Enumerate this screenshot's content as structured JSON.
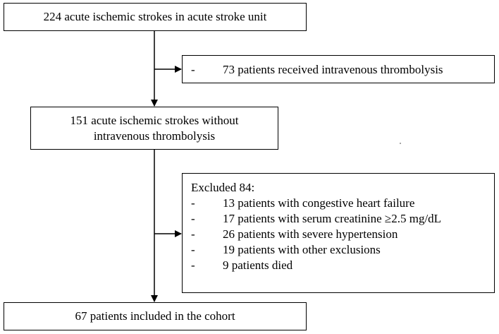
{
  "diagram": {
    "box_top": {
      "text": "224 acute ischemic strokes in acute stroke unit"
    },
    "box_excluded_thrombolysis": {
      "items": [
        {
          "dash": "-",
          "text": "73 patients received intravenous thrombolysis"
        }
      ]
    },
    "box_middle": {
      "line1": "151 acute ischemic strokes without",
      "line2": "intravenous thrombolysis"
    },
    "box_excluded_main": {
      "heading": "Excluded 84:",
      "items": [
        {
          "dash": "-",
          "text": "13 patients with congestive heart failure"
        },
        {
          "dash": "-",
          "text": "17 patients with serum creatinine ≥2.5 mg/dL"
        },
        {
          "dash": "-",
          "text": "26 patients with severe hypertension"
        },
        {
          "dash": "-",
          "text": "19 patients with other exclusions"
        },
        {
          "dash": "-",
          "text": "9 patients died"
        }
      ]
    },
    "box_bottom": {
      "text": "67 patients included in the cohort"
    }
  }
}
